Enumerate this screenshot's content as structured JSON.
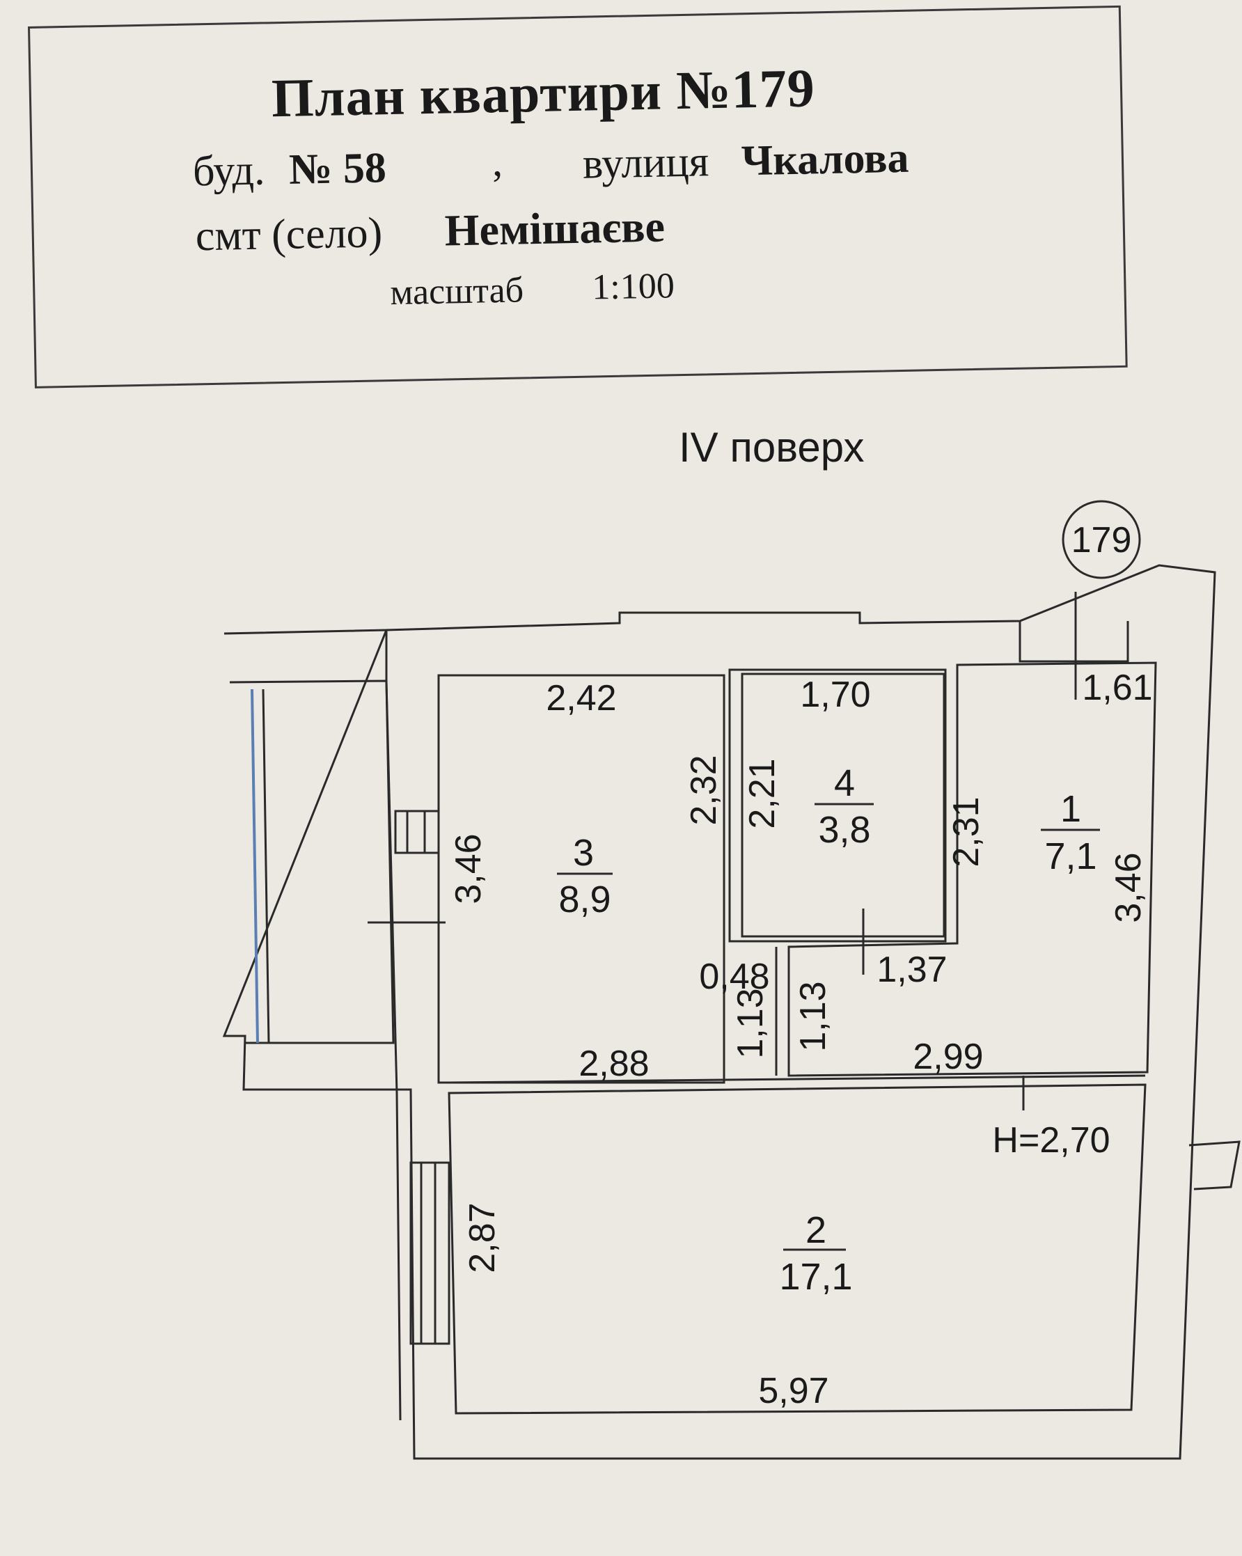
{
  "title_block": {
    "title": "План квартири №179",
    "building_label": "буд.",
    "building_number": "№ 58",
    "separator": ",",
    "street_label": "вулиця",
    "street_name": "Чкалова",
    "settlement_label": "смт (село)",
    "settlement_name": "Немішаєве",
    "scale_label": "масштаб",
    "scale_value": "1:100"
  },
  "floor": "IV поверх",
  "apartment_badge": "179",
  "ceiling_height": "H=2,70",
  "rooms": [
    {
      "number": "1",
      "area": "7,1"
    },
    {
      "number": "2",
      "area": "17,1"
    },
    {
      "number": "3",
      "area": "8,9"
    },
    {
      "number": "4",
      "area": "3,8"
    }
  ],
  "dimensions": {
    "room3_top": "2,42",
    "room4_top": "1,70",
    "room1_top": "1,61",
    "room3_right": "2,32",
    "room4_left": "2,21",
    "room4_right": "2,31",
    "room3_left": "3,46",
    "room1_right": "3,46",
    "room4_bottom": "1,37",
    "passage_width": "0,48",
    "passage_left": "1,13",
    "passage_right": "1,13",
    "room3_bottom": "2,88",
    "room1_bottom": "2,99",
    "room2_left": "2,87",
    "room2_bottom": "5,97"
  },
  "colors": {
    "line": "#2a2a2a",
    "paper": "#ece9e3",
    "window_accent": "#5a7fb5"
  }
}
